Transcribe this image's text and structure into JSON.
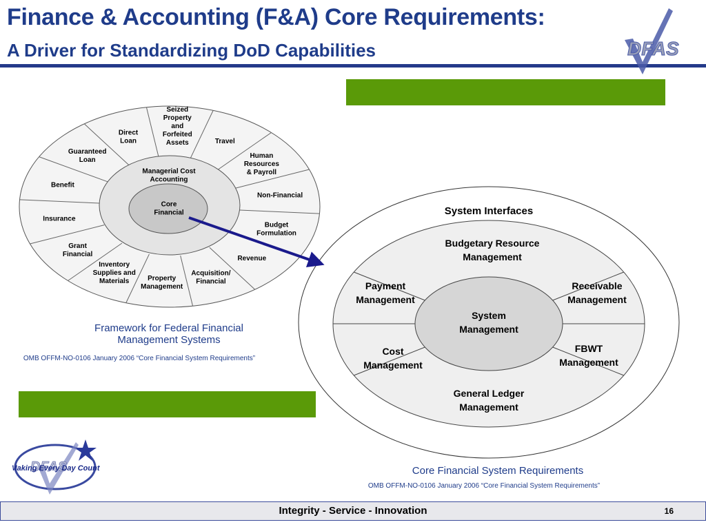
{
  "header": {
    "title": "Finance & Accounting (F&A) Core Requirements:",
    "subtitle": "A Driver for Standardizing DoD Capabilities",
    "logo_text": "DFAS"
  },
  "left_diagram": {
    "center": [
      "Core",
      "Financial"
    ],
    "middle_ring": [
      "Managerial Cost",
      "Accounting"
    ],
    "segments": [
      {
        "lines": [
          "Seized",
          "Property",
          "and",
          "Forfeited",
          "Assets"
        ]
      },
      {
        "lines": [
          "Travel"
        ]
      },
      {
        "lines": [
          "Human",
          "Resources",
          "& Payroll"
        ]
      },
      {
        "lines": [
          "Non-Financial"
        ]
      },
      {
        "lines": [
          "Budget",
          "Formulation"
        ]
      },
      {
        "lines": [
          "Revenue"
        ]
      },
      {
        "lines": [
          "Acquisition/",
          "Financial"
        ]
      },
      {
        "lines": [
          "Property",
          "Management"
        ]
      },
      {
        "lines": [
          "Inventory",
          "Supplies and",
          "Materials"
        ]
      },
      {
        "lines": [
          "Grant",
          "Financial"
        ]
      },
      {
        "lines": [
          "Insurance"
        ]
      },
      {
        "lines": [
          "Benefit"
        ]
      },
      {
        "lines": [
          "Guaranteed",
          "Loan"
        ]
      },
      {
        "lines": [
          "Direct",
          "Loan"
        ]
      }
    ],
    "caption_line1": "Framework for Federal Financial",
    "caption_line2": "Management Systems",
    "source": "OMB OFFM-NO-0106 January 2006 “Core Financial System Requirements”"
  },
  "right_diagram": {
    "outer_label": "System Interfaces",
    "center": [
      "System",
      "Management"
    ],
    "segments": [
      {
        "lines": [
          "Budgetary Resource",
          "Management"
        ]
      },
      {
        "lines": [
          "Receivable",
          "Management"
        ]
      },
      {
        "lines": [
          "FBWT",
          "Management"
        ]
      },
      {
        "lines": [
          "General Ledger",
          "Management"
        ]
      },
      {
        "lines": [
          "Cost",
          "Management"
        ]
      },
      {
        "lines": [
          "Payment",
          "Management"
        ]
      }
    ],
    "caption": "Core Financial System Requirements",
    "source": "OMB OFFM-NO-0106 January 2006 “Core Financial System Requirements”"
  },
  "bottom_logo": {
    "text": "Making Every Day Count",
    "letters": "DFAS"
  },
  "footer": {
    "text": "Integrity - Service - Innovation",
    "page": "16"
  },
  "colors": {
    "title": "#1f3c8a",
    "green": "#5a9a08",
    "arrow": "#1a1a8c",
    "ring_outer": "#f4f4f4",
    "ring_mid": "#e4e4e4",
    "ring_core": "#c8c8c8"
  }
}
